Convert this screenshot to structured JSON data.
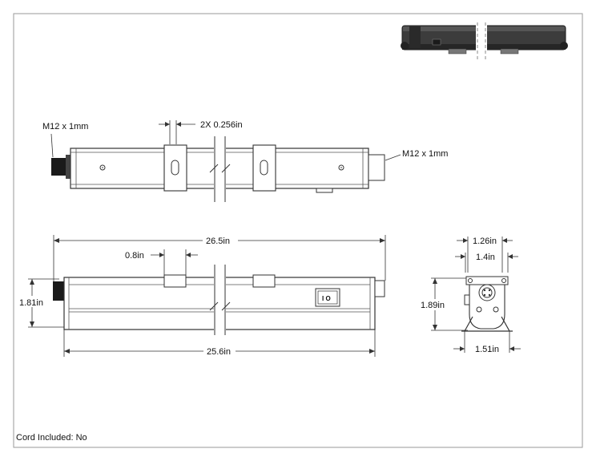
{
  "drawing": {
    "top_view": {
      "left_connector_label": "M12 x 1mm",
      "right_connector_label": "M12 x 1mm",
      "slot_label": "2X 0.256in"
    },
    "front_view": {
      "overall_length": "26.5in",
      "clip_width": "0.8in",
      "height": "1.81in",
      "body_length": "25.6in",
      "switch_symbol": "I O"
    },
    "end_view": {
      "top_width_outer": "1.26in",
      "top_width_inner": "1.4in",
      "height": "1.89in",
      "base_width": "1.51in"
    }
  },
  "footer": {
    "cord_included": "Cord Included: No"
  },
  "colors": {
    "line": "#333333",
    "body_fill": "#ffffff",
    "connector": "#1a1a1a",
    "thumbnail_body": "#3a3a3a"
  }
}
